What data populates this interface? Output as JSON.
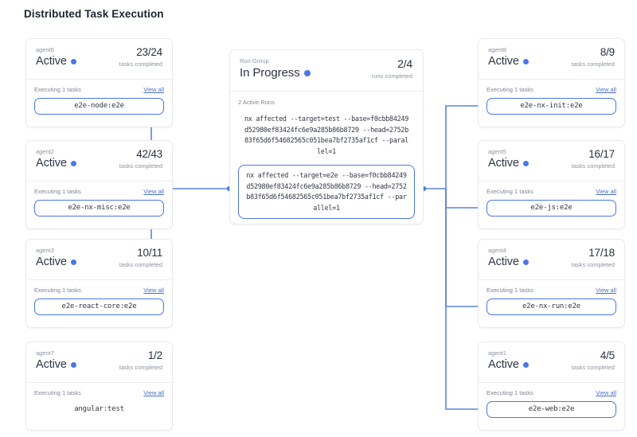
{
  "page": {
    "title": "Distributed Task Execution"
  },
  "colors": {
    "accent": "#4a76e8",
    "wire": "#5b84e0",
    "text": "#2d3545",
    "muted": "#8b93a3"
  },
  "labels": {
    "executing": "Executing 1 tasks",
    "view_all": "View all",
    "tasks_completed": "tasks completed",
    "runs_completed": "runs completed"
  },
  "run_group": {
    "label": "Run Group",
    "status": "In Progress",
    "count": "2/4",
    "count_sub": "runs completed",
    "active_runs_label": "2 Active Runs",
    "runs": [
      {
        "command": "nx affected --target=test --base=f0cbb84249d52980ef83424fc6e9a285b86b8729 --head=2752b83f65d6f54682565c051bea7bf2735af1cf --parallel=1",
        "selected": false
      },
      {
        "command": "nx affected --target=e2e --base=f0cbb84249d52980ef83424fc6e9a285b86b8729 --head=2752b83f65d6f54682565c051bea7bf2735af1cf --parallel=1",
        "selected": true
      }
    ]
  },
  "left_agents": [
    {
      "name": "agent6",
      "status": "Active",
      "count": "23/24",
      "count_sub": "tasks completed",
      "executing": "Executing 1 tasks",
      "view_all": "View all",
      "task": "e2e-node:e2e",
      "boxed": true
    },
    {
      "name": "agent2",
      "status": "Active",
      "count": "42/43",
      "count_sub": "tasks completed",
      "executing": "Executing 1 tasks",
      "view_all": "View all",
      "task": "e2e-nx-misc:e2e",
      "boxed": true
    },
    {
      "name": "agent3",
      "status": "Active",
      "count": "10/11",
      "count_sub": "tasks completed",
      "executing": "Executing 1 tasks",
      "view_all": "View all",
      "task": "e2e-react-core:e2e",
      "boxed": true
    },
    {
      "name": "agent7",
      "status": "Active",
      "count": "1/2",
      "count_sub": "tasks completed",
      "executing": "Executing 1 tasks",
      "view_all": "View all",
      "task": "angular:test",
      "boxed": false
    }
  ],
  "right_agents": [
    {
      "name": "agent8",
      "status": "Active",
      "count": "8/9",
      "count_sub": "tasks completed",
      "executing": "Executing 1 tasks",
      "view_all": "View all",
      "task": "e2e-nx-init:e2e",
      "boxed": true
    },
    {
      "name": "agent5",
      "status": "Active",
      "count": "16/17",
      "count_sub": "tasks completed",
      "executing": "Executing 1 tasks",
      "view_all": "View all",
      "task": "e2e-js:e2e",
      "boxed": true
    },
    {
      "name": "agent4",
      "status": "Active",
      "count": "17/18",
      "count_sub": "tasks completed",
      "executing": "Executing 1 tasks",
      "view_all": "View all",
      "task": "e2e-nx-run:e2e",
      "boxed": true
    },
    {
      "name": "agent1",
      "status": "Active",
      "count": "4/5",
      "count_sub": "tasks completed",
      "executing": "Executing 1 tasks",
      "view_all": "View all",
      "task": "e2e-web:e2e",
      "boxed": true
    }
  ]
}
